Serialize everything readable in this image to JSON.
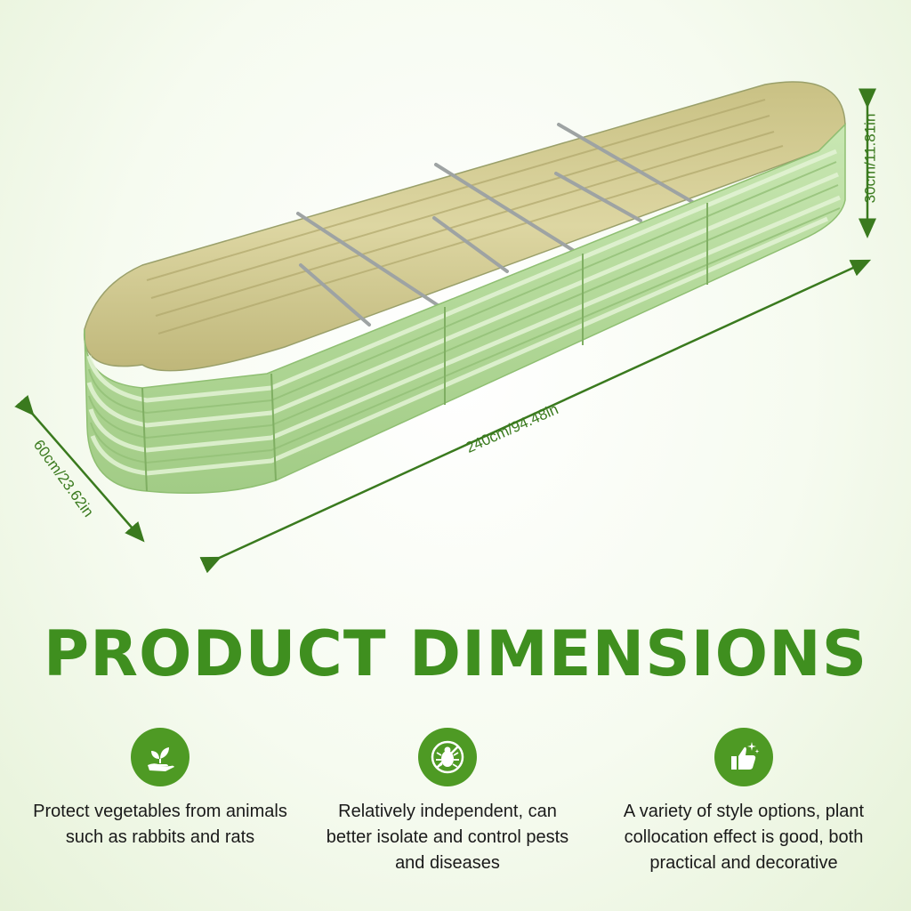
{
  "dimensions": {
    "length": "240cm/94.48in",
    "width": "60cm/23.62in",
    "height": "30cm/11.81in"
  },
  "title": "PRODUCT DIMENSIONS",
  "features": [
    {
      "icon": "plant-in-hand-icon",
      "text": "Protect vegetables from animals such as rabbits and rats"
    },
    {
      "icon": "no-bug-icon",
      "text": "Relatively independent, can better isolate and control pests and diseases"
    },
    {
      "icon": "thumbs-up-sparkle-icon",
      "text": "A variety of style options, plant collocation effect is good, both practical and decorative"
    }
  ],
  "colors": {
    "accent_green": "#3f8f1f",
    "icon_circle": "#4e9a24",
    "bed_outer": "#b8dca0",
    "bed_inner": "#d2c98e"
  }
}
